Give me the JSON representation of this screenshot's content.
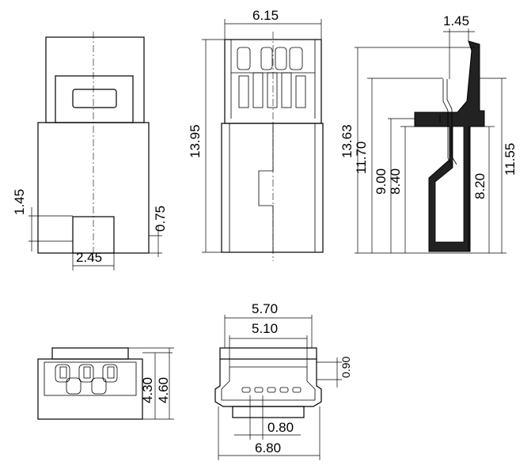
{
  "dimensions": {
    "front_height_small": "1.45",
    "front_slot_height": "0.75",
    "front_slot_width": "2.45",
    "side_width": "6.15",
    "side_height": "13.95",
    "section_top": "1.45",
    "section_total": "13.63",
    "section_h2": "11.70",
    "section_h3": "9.00",
    "section_h4": "8.40",
    "section_right_total": "11.55",
    "section_right_lower": "8.20",
    "bottom_left_h1": "4.30",
    "bottom_left_h2": "4.60",
    "end_outer_top": "5.70",
    "end_inner_top": "5.10",
    "end_side_small": "0.90",
    "end_pitch": "0.80",
    "end_total": "6.80"
  }
}
